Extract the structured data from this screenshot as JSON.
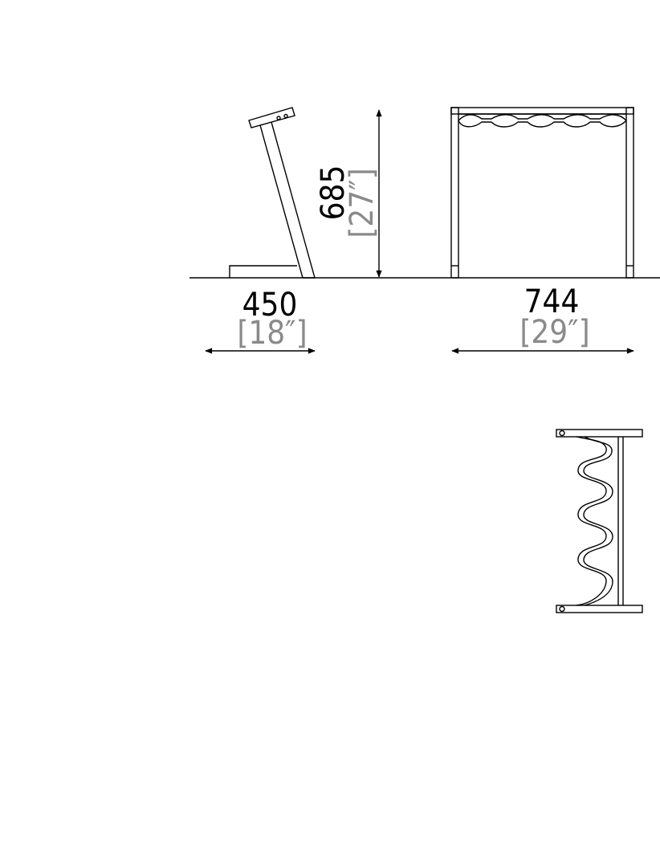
{
  "dimensions": {
    "height": {
      "mm": "685",
      "in": "[27″]"
    },
    "depth": {
      "mm": "450",
      "in": "[18″]"
    },
    "width": {
      "mm": "744",
      "in": "[29″]"
    }
  },
  "colors": {
    "line": "#000000",
    "imperial": "#8a8a8a",
    "background": "#ffffff"
  }
}
